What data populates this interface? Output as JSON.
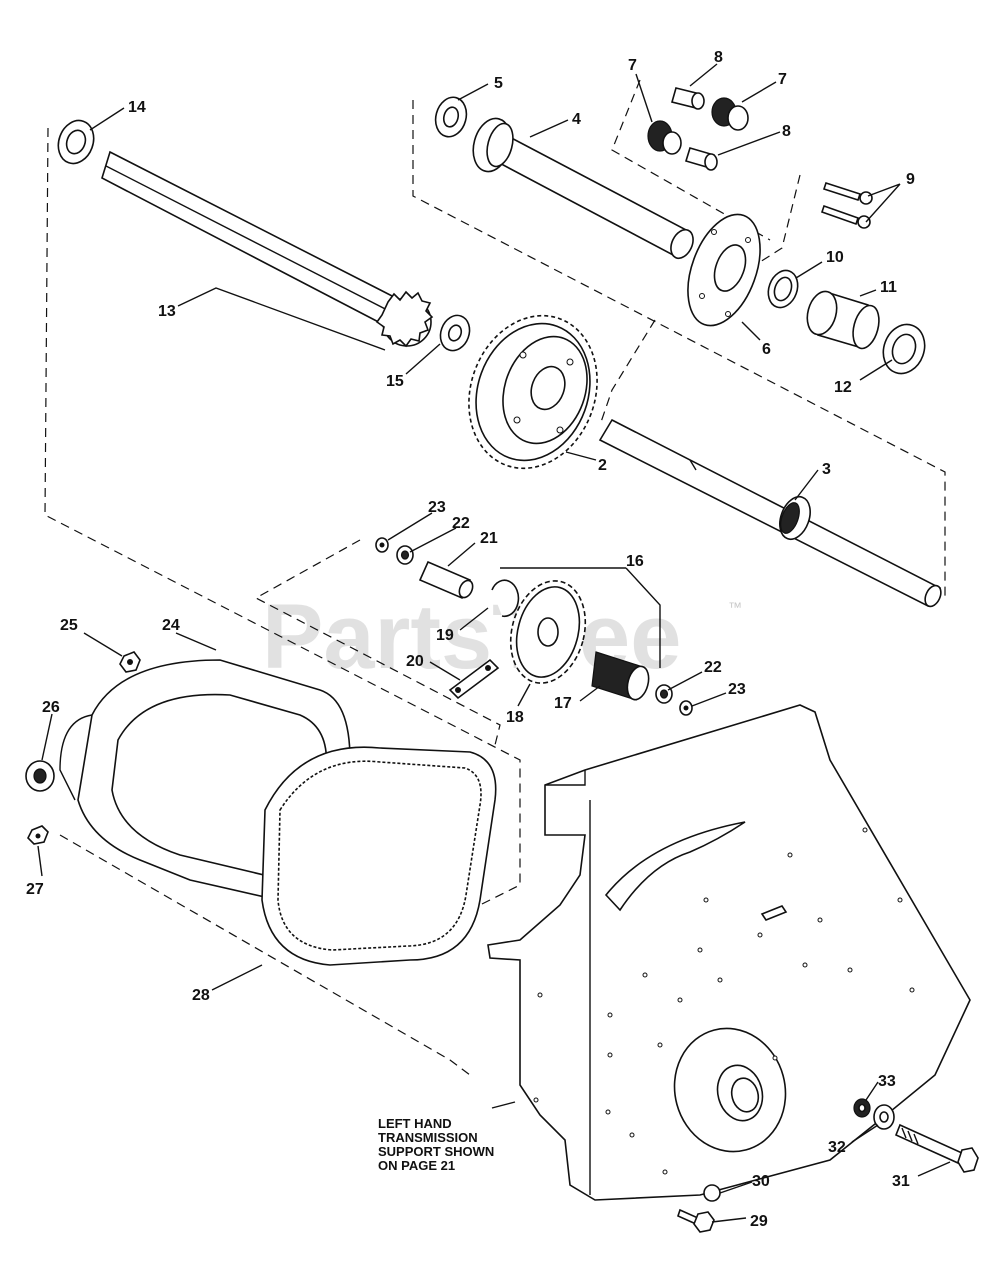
{
  "watermark": {
    "text": "PartsTree",
    "mark": "™"
  },
  "callouts": [
    {
      "id": "c2",
      "label": "2"
    },
    {
      "id": "c3",
      "label": "3"
    },
    {
      "id": "c4",
      "label": "4"
    },
    {
      "id": "c5",
      "label": "5"
    },
    {
      "id": "c6",
      "label": "6"
    },
    {
      "id": "c7a",
      "label": "7"
    },
    {
      "id": "c7b",
      "label": "7"
    },
    {
      "id": "c8a",
      "label": "8"
    },
    {
      "id": "c8b",
      "label": "8"
    },
    {
      "id": "c9",
      "label": "9"
    },
    {
      "id": "c10",
      "label": "10"
    },
    {
      "id": "c11",
      "label": "11"
    },
    {
      "id": "c12",
      "label": "12"
    },
    {
      "id": "c13",
      "label": "13"
    },
    {
      "id": "c14",
      "label": "14"
    },
    {
      "id": "c15",
      "label": "15"
    },
    {
      "id": "c16",
      "label": "16"
    },
    {
      "id": "c17",
      "label": "17"
    },
    {
      "id": "c18",
      "label": "18"
    },
    {
      "id": "c19",
      "label": "19"
    },
    {
      "id": "c20",
      "label": "20"
    },
    {
      "id": "c21",
      "label": "21"
    },
    {
      "id": "c22a",
      "label": "22"
    },
    {
      "id": "c22b",
      "label": "22"
    },
    {
      "id": "c23a",
      "label": "23"
    },
    {
      "id": "c23b",
      "label": "23"
    },
    {
      "id": "c24",
      "label": "24"
    },
    {
      "id": "c25",
      "label": "25"
    },
    {
      "id": "c26",
      "label": "26"
    },
    {
      "id": "c27",
      "label": "27"
    },
    {
      "id": "c28",
      "label": "28"
    },
    {
      "id": "c29",
      "label": "29"
    },
    {
      "id": "c30",
      "label": "30"
    },
    {
      "id": "c31",
      "label": "31"
    },
    {
      "id": "c32",
      "label": "32"
    },
    {
      "id": "c33",
      "label": "33"
    }
  ],
  "note": {
    "lines": [
      "LEFT HAND",
      "TRANSMISSION",
      "SUPPORT SHOWN",
      "ON PAGE 21"
    ]
  }
}
